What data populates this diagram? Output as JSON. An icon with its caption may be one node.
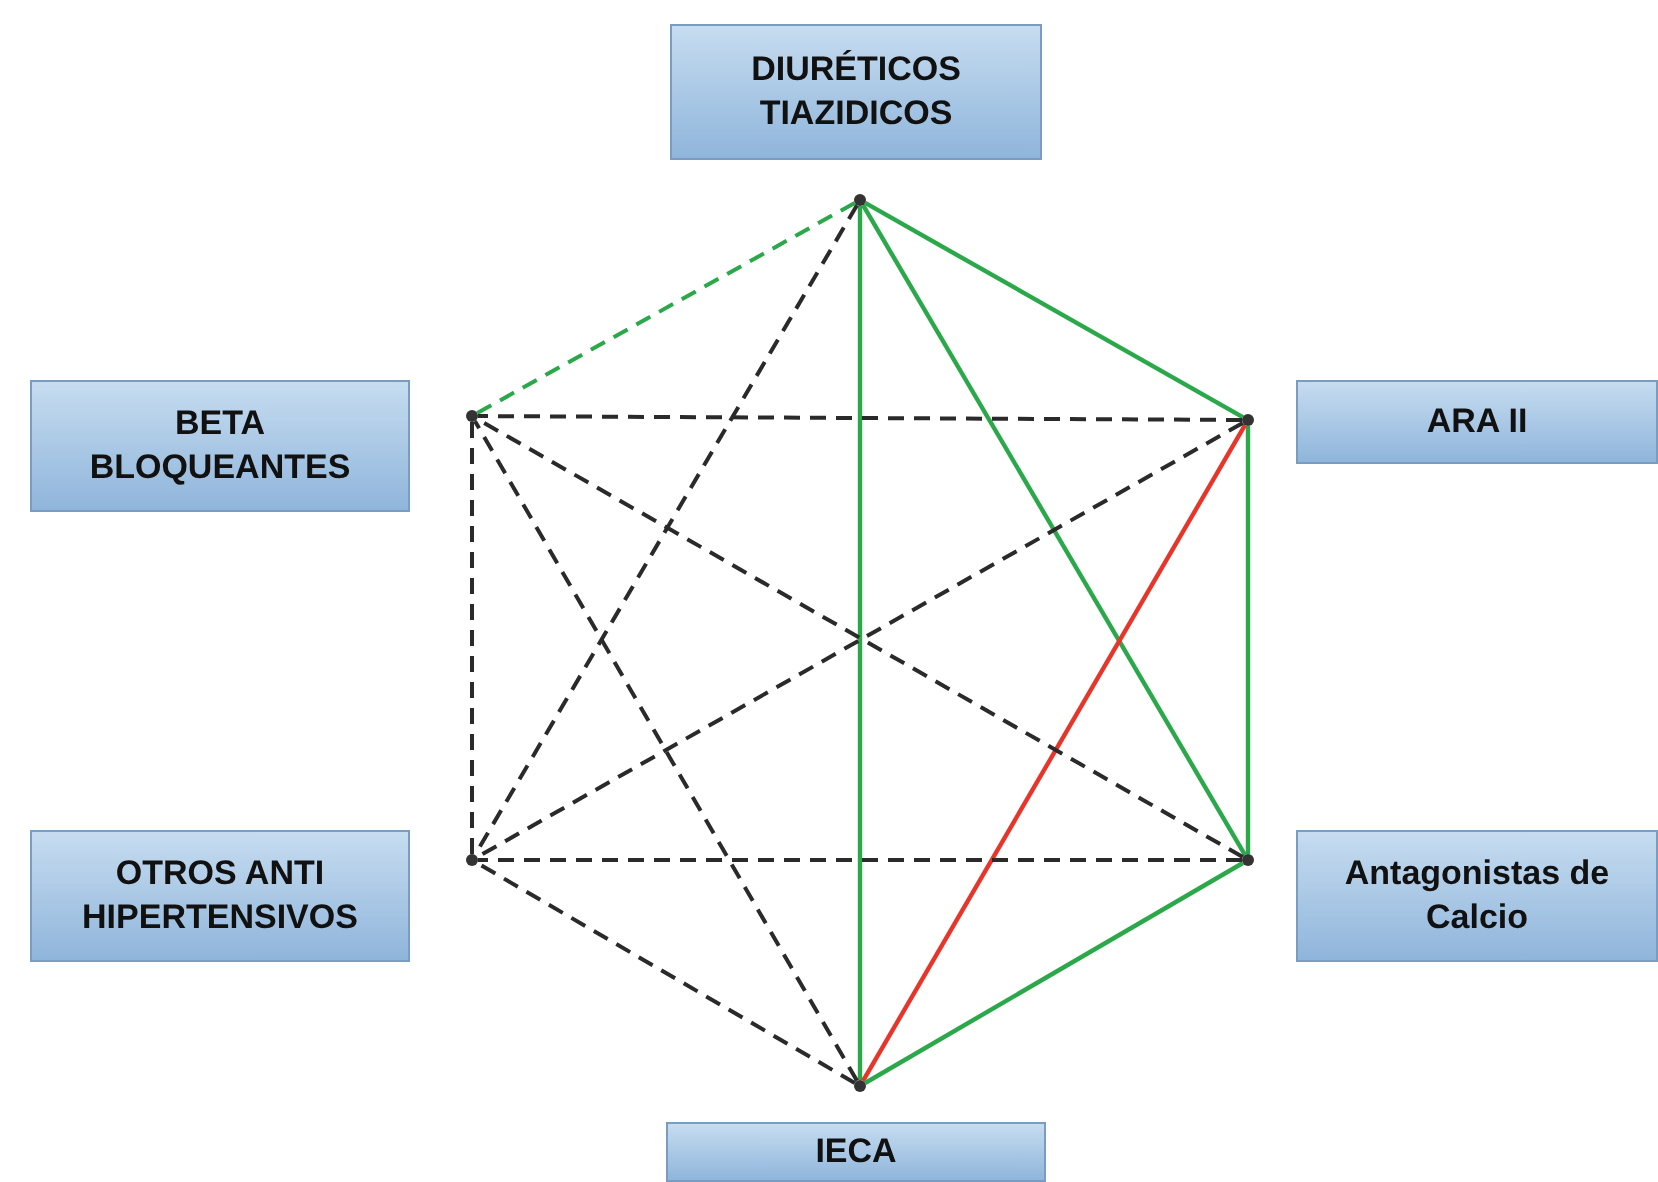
{
  "diagram": {
    "nodes": [
      {
        "text": [
          "DIURÉTICOS TIAZIDICOS"
        ]
      },
      {
        "text": [
          "BETA BLOQUEANTES"
        ]
      },
      {
        "text": [
          "ARA II"
        ]
      },
      {
        "text": [
          "OTROS ANTI HIPERTENSIVOS"
        ]
      },
      {
        "text": [
          "Antagonistas de Calcio"
        ]
      },
      {
        "text": [
          "IECA"
        ]
      },
      {
        "text": [],
        "shape": "circle"
      },
      {
        "text": [],
        "shape": "circle"
      },
      {
        "text": [],
        "shape": "circle"
      },
      {
        "text": [],
        "shape": "circle"
      },
      {
        "text": [],
        "shape": "circle"
      },
      {
        "text": [],
        "shape": "circle"
      }
    ],
    "edges": [
      {
        "from": 6,
        "to": 8,
        "arrow": "none",
        "color": "#2aa84a"
      },
      {
        "from": 6,
        "to": 7,
        "arrow": "none",
        "style": "dashed",
        "color": "#2aa84a"
      },
      {
        "from": 6,
        "to": 11,
        "arrow": "none",
        "color": "#2aa84a"
      },
      {
        "from": 6,
        "to": 10,
        "arrow": "none",
        "color": "#2aa84a"
      },
      {
        "from": 6,
        "to": 9,
        "arrow": "none",
        "style": "dashed"
      },
      {
        "from": 8,
        "to": 10,
        "arrow": "none",
        "color": "#2aa84a"
      },
      {
        "from": 8,
        "to": 11,
        "arrow": "none",
        "color": "#e8352a"
      },
      {
        "from": 8,
        "to": 7,
        "arrow": "none",
        "style": "dashed"
      },
      {
        "from": 8,
        "to": 9,
        "arrow": "none",
        "style": "dashed"
      },
      {
        "from": 10,
        "to": 11,
        "arrow": "none",
        "color": "#2aa84a"
      },
      {
        "from": 10,
        "to": 9,
        "arrow": "none",
        "style": "dashed"
      },
      {
        "from": 10,
        "to": 7,
        "arrow": "none",
        "style": "dashed"
      },
      {
        "from": 11,
        "to": 9,
        "arrow": "none",
        "style": "dashed"
      },
      {
        "from": 11,
        "to": 7,
        "arrow": "none",
        "style": "dashed"
      },
      {
        "from": 9,
        "to": 7,
        "arrow": "none",
        "style": "dashed"
      }
    ]
  }
}
